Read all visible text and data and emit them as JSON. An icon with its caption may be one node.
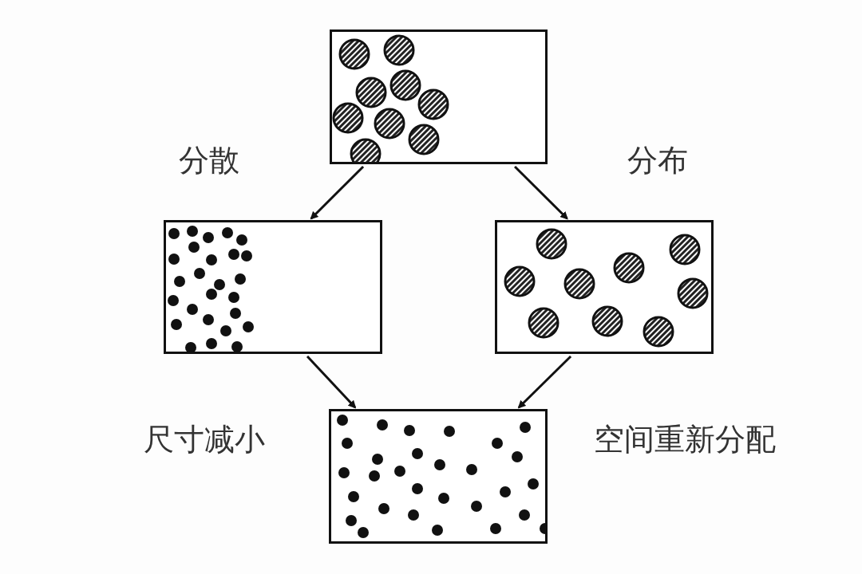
{
  "diagram": {
    "nodes": [
      {
        "text": [],
        "shape": "box"
      },
      {
        "text": [],
        "shape": "box"
      },
      {
        "text": [],
        "shape": "box"
      },
      {
        "text": [],
        "shape": "box"
      }
    ],
    "edges": [
      {
        "from": 0,
        "to": 1,
        "arrow": "to"
      },
      {
        "from": 0,
        "to": 2,
        "arrow": "to"
      },
      {
        "from": 1,
        "to": 3,
        "arrow": "to"
      },
      {
        "from": 2,
        "to": 3,
        "arrow": "to"
      }
    ],
    "labels": [
      "分散",
      "分布",
      "尺寸减小",
      "空间重新分配"
    ]
  }
}
